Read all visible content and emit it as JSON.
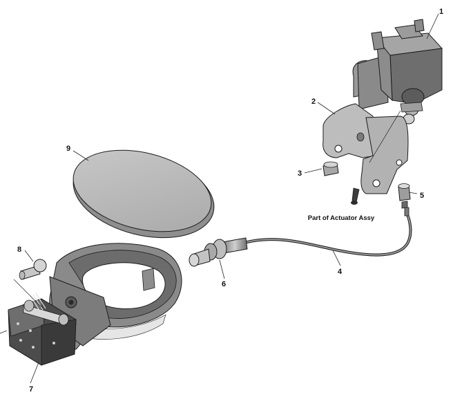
{
  "diagram": {
    "callouts": {
      "c1": "1",
      "c2": "2",
      "c3": "3",
      "c4": "4",
      "c5": "5",
      "c6": "6",
      "c7": "7",
      "c8": "8",
      "c9": "9"
    },
    "note": "Part of Actuator Assy",
    "colors": {
      "part_light": "#b9b9b9",
      "part_mid": "#8e8e8e",
      "part_dark": "#4a4a4a",
      "outline": "#1a1a1a",
      "background": "#ffffff"
    }
  }
}
